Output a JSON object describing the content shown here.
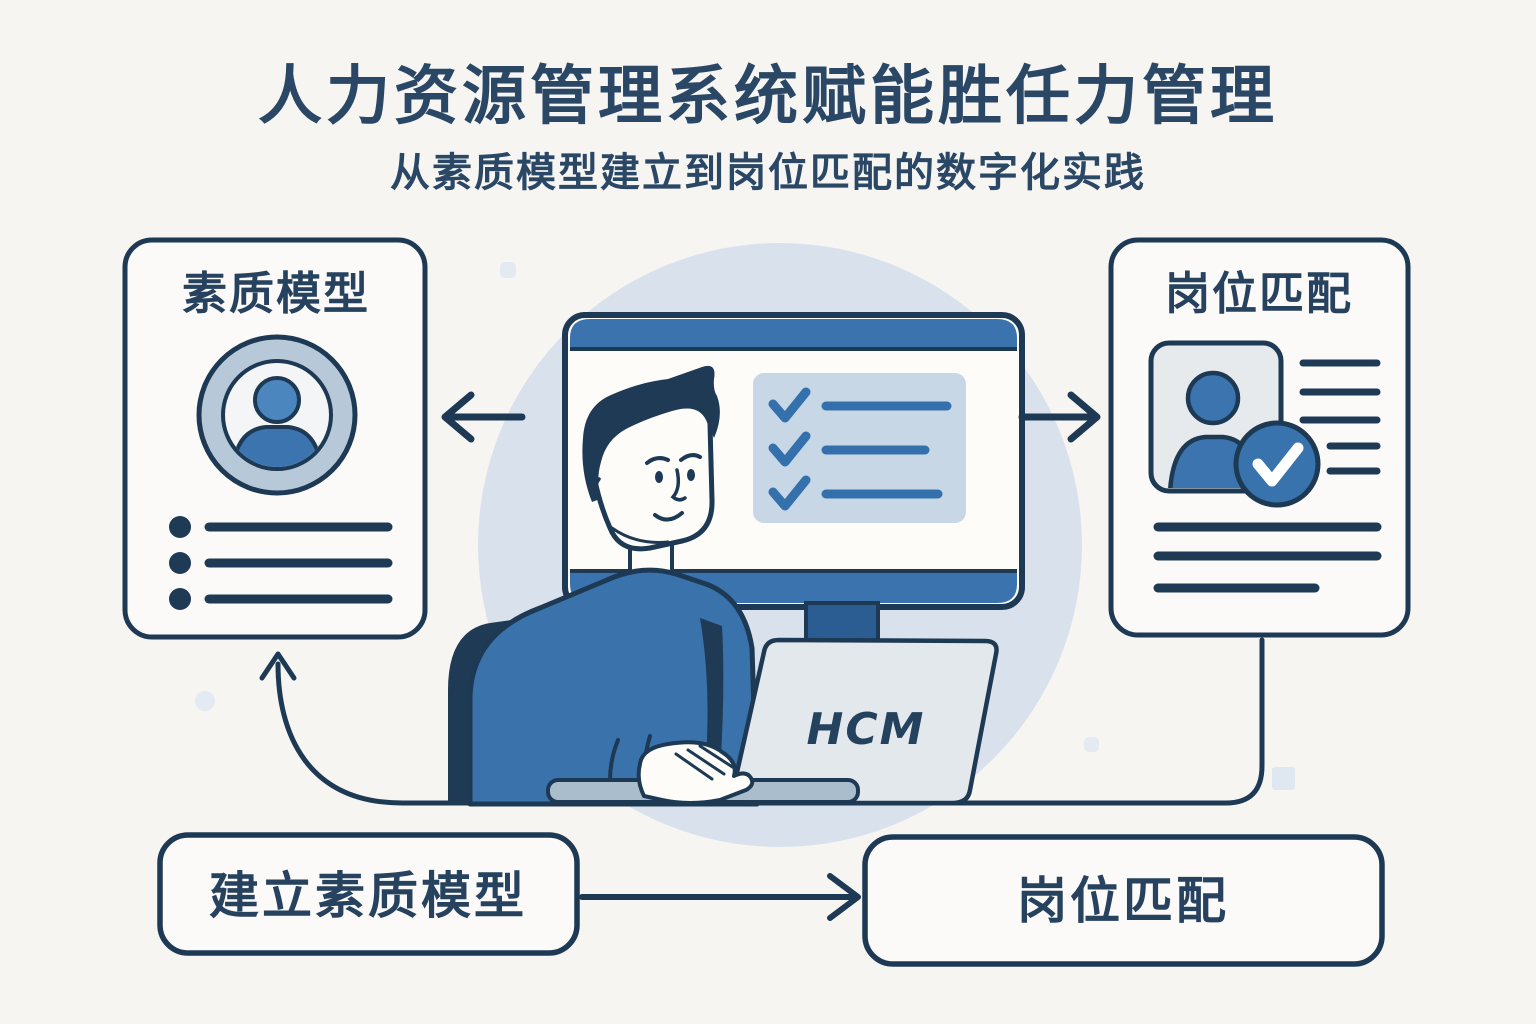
{
  "header": {
    "title": "人力资源管理系统赋能胜任力管理",
    "subtitle": "从素质模型建立到岗位匹配的数字化实践"
  },
  "left_card": {
    "title": "素质模型",
    "icon": "avatar-profile-icon"
  },
  "right_card": {
    "title": "岗位匹配",
    "icon": "profile-check-icon"
  },
  "screen": {
    "icon": "checklist-icon"
  },
  "laptop": {
    "label": "HCM"
  },
  "flow": {
    "step1": "建立素质模型",
    "step2": "岗位匹配"
  },
  "colors": {
    "background": "#f6f5f2",
    "ink": "#1d3954",
    "primary_blue": "#3b73ae",
    "stand_blue": "#2c5d92",
    "halo_blue": "#d9e2ec",
    "panel_blue": "#c7d7e6",
    "panel_line_blue": "#3470ab",
    "card_bg": "#fbfaf8",
    "photo_bg": "#e7eaed",
    "laptop_gray": "#e3e8ec",
    "keyboard_gray": "#a9bdcc",
    "avatar_ring": "#b7c8d9",
    "avatar_head": "#4c86be"
  }
}
